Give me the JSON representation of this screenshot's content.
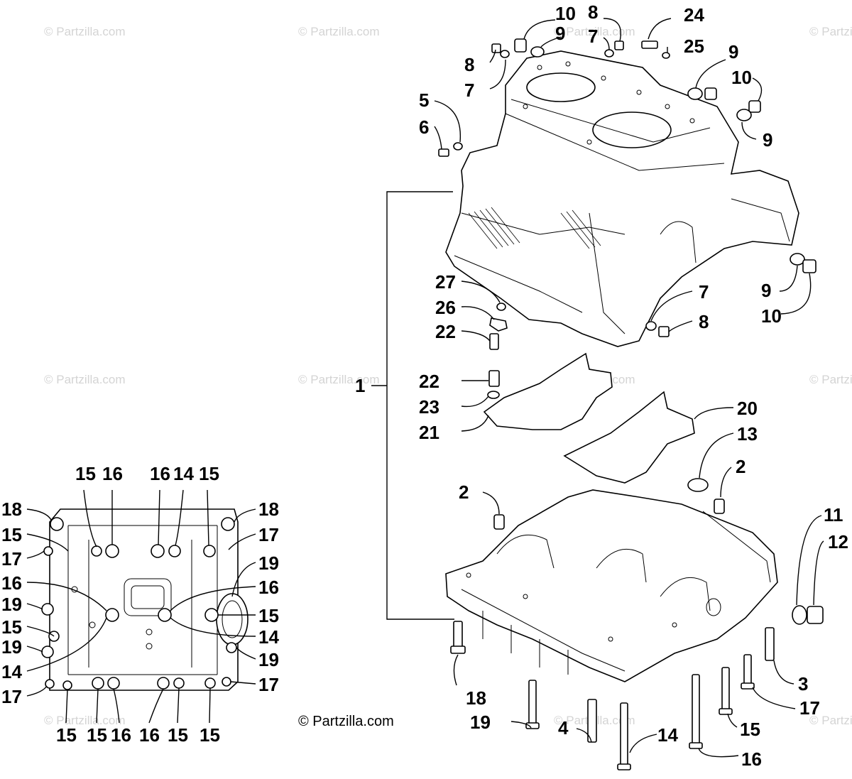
{
  "watermark": "© Partzilla.com",
  "copyright": "© Partzilla.com",
  "callouts": {
    "main": [
      "10",
      "9",
      "8",
      "7",
      "24",
      "25",
      "8",
      "7",
      "9",
      "10",
      "5",
      "6",
      "9",
      "27",
      "26",
      "22",
      "7",
      "8",
      "9",
      "10",
      "1",
      "22",
      "23",
      "21",
      "20",
      "13",
      "2",
      "2",
      "11",
      "12",
      "18",
      "19",
      "4",
      "14",
      "16",
      "15",
      "17",
      "3"
    ],
    "inset": [
      "15",
      "16",
      "16",
      "14",
      "15",
      "18",
      "18",
      "15",
      "17",
      "17",
      "19",
      "16",
      "16",
      "19",
      "15",
      "15",
      "19",
      "14",
      "14",
      "19",
      "17",
      "17",
      "15",
      "15",
      "16",
      "16",
      "15",
      "15"
    ]
  }
}
